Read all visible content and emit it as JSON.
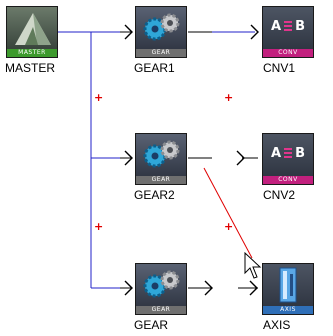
{
  "blocks": {
    "master": {
      "band": "MASTER",
      "label": "MASTER",
      "band_color": "#3d9a2d"
    },
    "gear1": {
      "band": "GEAR",
      "label": "GEAR1",
      "band_color": "#6f6f6f"
    },
    "cnv1": {
      "band": "CONV",
      "label": "CNV1",
      "band_color": "#c2207e"
    },
    "gear2": {
      "band": "GEAR",
      "label": "GEAR2",
      "band_color": "#6f6f6f"
    },
    "cnv2": {
      "band": "CONV",
      "label": "CNV2",
      "band_color": "#c2207e"
    },
    "gear3": {
      "band": "GEAR",
      "label": "GEAR",
      "band_color": "#6f6f6f"
    },
    "axis": {
      "band": "AXIS",
      "label": "AXIS",
      "band_color": "#2f6fb8"
    }
  },
  "conv_glyph": {
    "left": "A",
    "right": "B"
  },
  "markers": {
    "plus": "+"
  },
  "colors": {
    "bus": "#2020c8",
    "wire": "#000000",
    "drag_wire": "#e00000"
  }
}
